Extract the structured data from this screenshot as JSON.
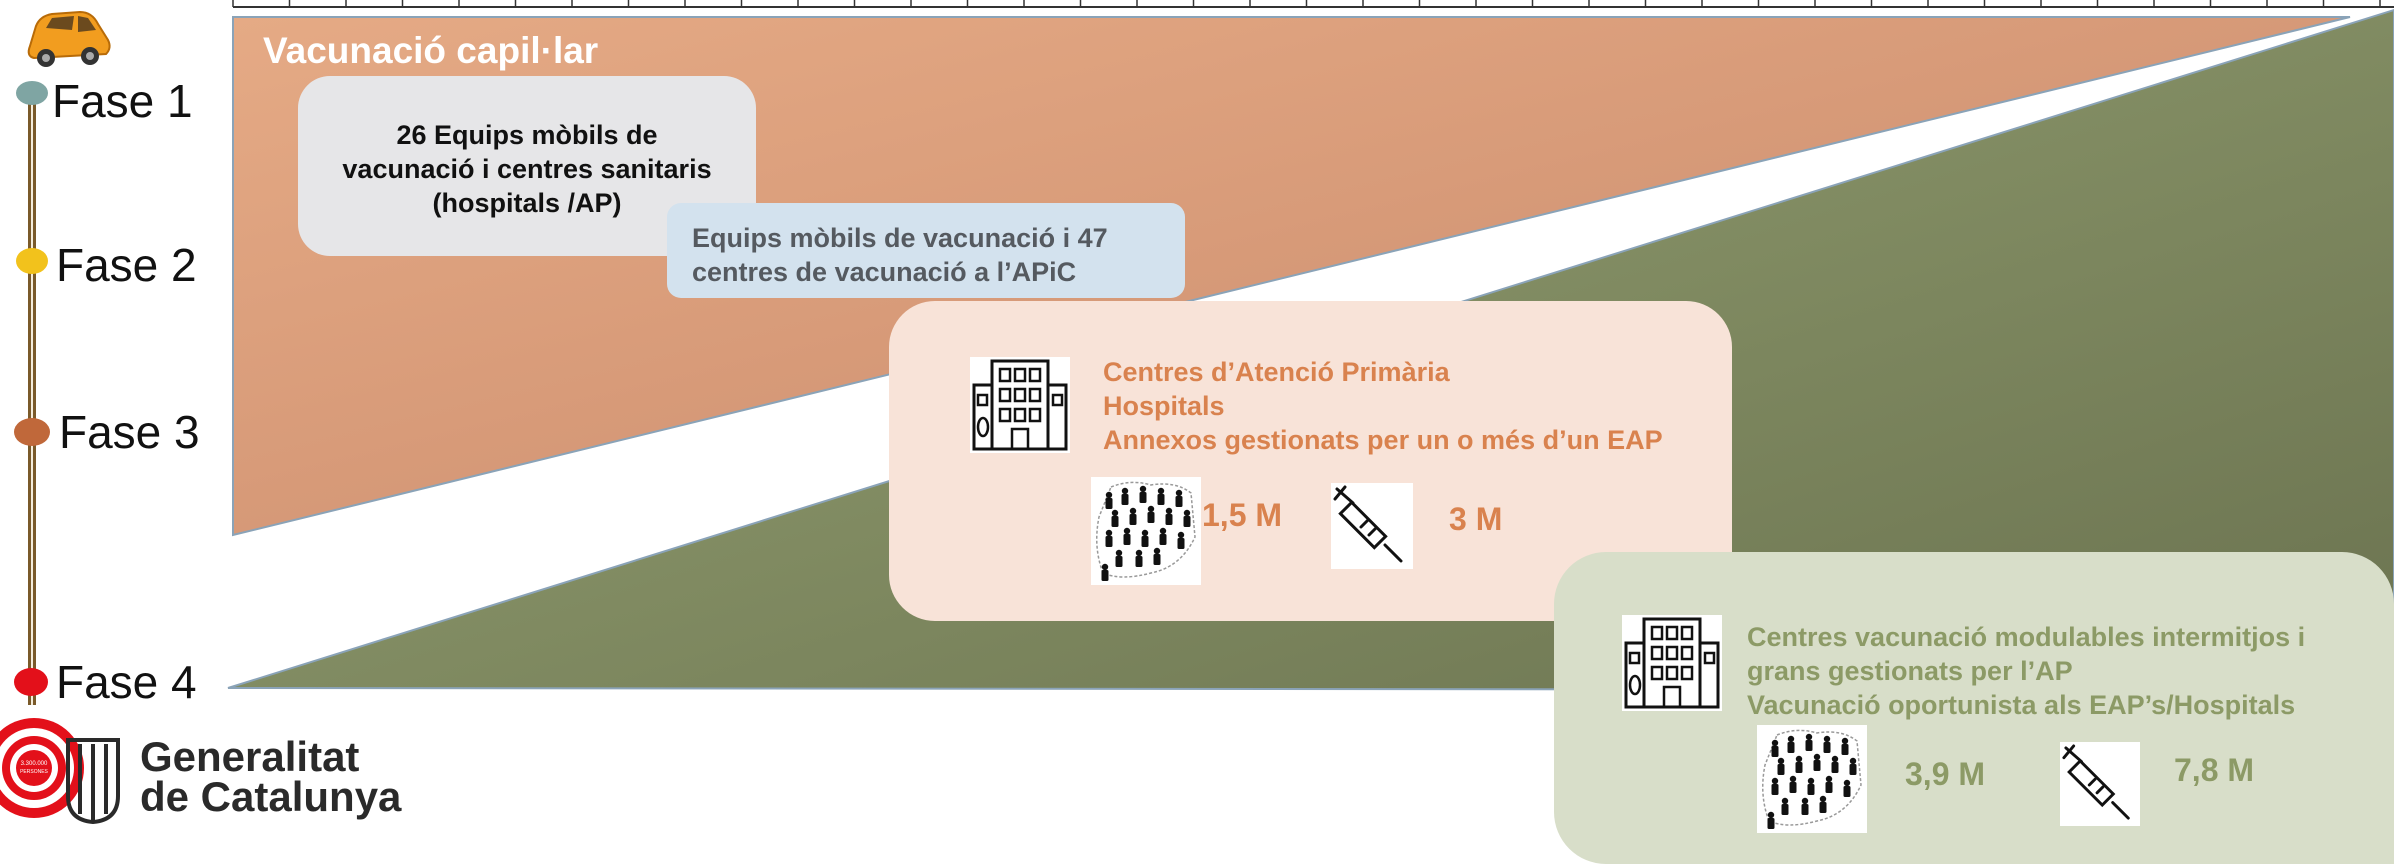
{
  "section": {
    "title": "Vacunació capil·lar"
  },
  "phases": [
    {
      "label": "Fase 1",
      "color": "#7fa5a3"
    },
    {
      "label": "Fase 2",
      "color": "#f2c21c"
    },
    {
      "label": "Fase 3",
      "color": "#c0683a"
    },
    {
      "label": "Fase 4",
      "color": "#e3101a"
    }
  ],
  "colors": {
    "capillary_band": "#d79b76",
    "mass_band": "#86915f",
    "fase3_box": "#f8e3d8",
    "fase3_text": "#d9824e",
    "fase4_box": "#d8dec9",
    "fase4_text": "#8c9a66"
  },
  "box1": {
    "line1": "26 Equips mòbils de",
    "line2": "vacunació i centres sanitaris",
    "line3": "(hospitals /AP)"
  },
  "box2": {
    "line1": "Equips mòbils de vacunació i 47",
    "line2": "centres de vacunació a l’APiC"
  },
  "box3": {
    "line1": "Centres d’Atenció Primària",
    "line2": "Hospitals",
    "line3": "Annexos gestionats per un o més d’un EAP",
    "people_value": "1,5 M",
    "doses_value": "3 M",
    "icons": [
      "building-icon",
      "people-map-icon",
      "syringe-icon"
    ]
  },
  "box4": {
    "line1": "Centres vacunació modulables intermitjos i",
    "line2": "grans gestionats per l’AP",
    "line3": "Vacunació oportunista als EAP’s/Hospitals",
    "people_value": "3,9 M",
    "doses_value": "7,8 M",
    "icons": [
      "building-icon",
      "people-map-icon",
      "syringe-icon"
    ]
  },
  "logo": {
    "line1": "Generalitat",
    "line2": "de Catalunya",
    "target_text_1": "3.300.000",
    "target_text_2": "PERSONES"
  }
}
